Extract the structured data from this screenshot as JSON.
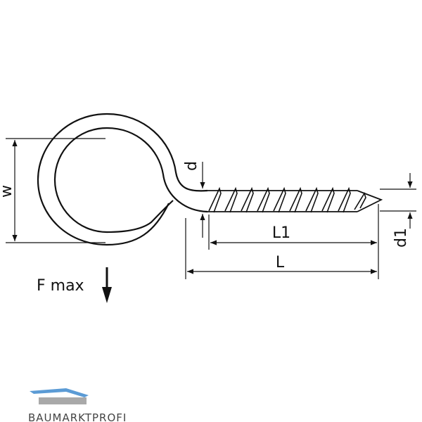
{
  "labels": {
    "w": "w",
    "d": "d",
    "d1": "d1",
    "l1": "L1",
    "l": "L",
    "force": "F max"
  },
  "logo": {
    "text": "BAUMARKTPROFI"
  },
  "colors": {
    "stroke": "#111111",
    "logo_blue": "#5b9bd5",
    "logo_gray": "#9a9a9a"
  }
}
